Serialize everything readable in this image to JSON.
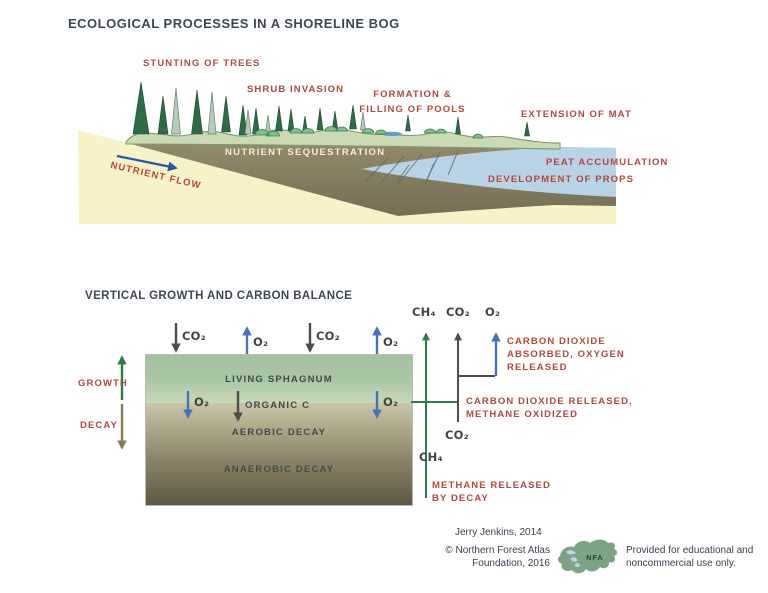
{
  "title": "ECOLOGICAL PROCESSES IN A SHORELINE BOG",
  "bog": {
    "labels": {
      "stunting": "STUNTING OF TREES",
      "shrub": "SHRUB INVASION",
      "pools": "FORMATION &\nFILLING OF POOLS",
      "extension": "EXTENSION OF MAT",
      "sequestration": "NUTRIENT SEQUESTRATION",
      "flow": "NUTRIENT FLOW",
      "peat": "PEAT ACCUMULATION",
      "props": "DEVELOPMENT OF PROPS"
    }
  },
  "carbon": {
    "heading": "VERTICAL GROWTH AND CARBON BALANCE",
    "gases": {
      "co2": "CO₂",
      "o2": "O₂",
      "ch4": "CH₄"
    },
    "zones": {
      "living": "LIVING SPHAGNUM",
      "organic": "ORGANIC C",
      "aerobic": "AEROBIC DECAY",
      "anaerobic": "ANAEROBIC DECAY"
    },
    "axis": {
      "growth": "GROWTH",
      "decay": "DECAY"
    },
    "annotations": {
      "absorbed": "CARBON DIOXIDE\nABSORBED, OXYGEN\nRELEASED",
      "oxidized": "CARBON DIOXIDE RELEASED,\nMETHANE OXIDIZED",
      "methane": "METHANE RELEASED\nBY DECAY"
    }
  },
  "credits": {
    "author": "Jerry Jenkins, 2014",
    "copyright": "© Northern Forest Atlas\nFoundation, 2016",
    "logo": "NFA",
    "license": "Provided for educational and\nnoncommercial use only."
  },
  "colors": {
    "label_red": "#b2483e",
    "heading_dark": "#3d4754",
    "arrow_green": "#2f7d46",
    "arrow_blue": "#4673b5",
    "arrow_gray": "#4d4d4d",
    "arrow_brown": "#887b57",
    "water_blue": "#b9d3e6",
    "sand_yellow": "#f7f2c7",
    "peat_brown": "#8b8267",
    "mat_green": "#c9dab5"
  }
}
